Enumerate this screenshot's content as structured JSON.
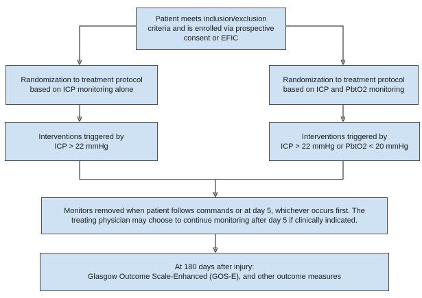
{
  "colors": {
    "bg": "#ffffff",
    "box-fill": "#cfe2f3",
    "box-border": "#4f4f4f",
    "line": "#3d3d3d",
    "text": "#1b1b1b"
  },
  "flowchart": {
    "type": "clinical-trial-protocol-flowchart",
    "nodes": {
      "enrollment": {
        "text": "Patient meets inclusion/exclusion\ncriteria and is enrolled via prospective\nconsent or EFIC"
      },
      "rand_icp": {
        "text": "Randomization to treatment protocol\nbased on ICP monitoring alone"
      },
      "rand_icp_pbto2": {
        "text": "Randomization to treatment protocol\nbased on ICP and PbtO2 monitoring"
      },
      "interv_icp": {
        "text": "Interventions triggered by\nICP > 22 mmHg"
      },
      "interv_icp_pbto2": {
        "text": "Interventions triggered by\nICP > 22 mmHg or PbtO2 < 20 mmHg"
      },
      "monitor_removal": {
        "text": "Monitors removed when patient follows commands or at day 5, whichever occurs first. The\ntreating physician may choose to continue monitoring after day 5 if clinically indicated."
      },
      "outcomes": {
        "text": "At 180 days after injury:\nGlasgow Outcome Scale-Enhanced (GOS-E), and other outcome measures"
      }
    },
    "edges": [
      "enrollment -> rand_icp",
      "enrollment -> rand_icp_pbto2",
      "rand_icp -> interv_icp",
      "rand_icp_pbto2 -> interv_icp_pbto2",
      "interv_icp + interv_icp_pbto2 -> monitor_removal",
      "monitor_removal -> outcomes"
    ]
  }
}
